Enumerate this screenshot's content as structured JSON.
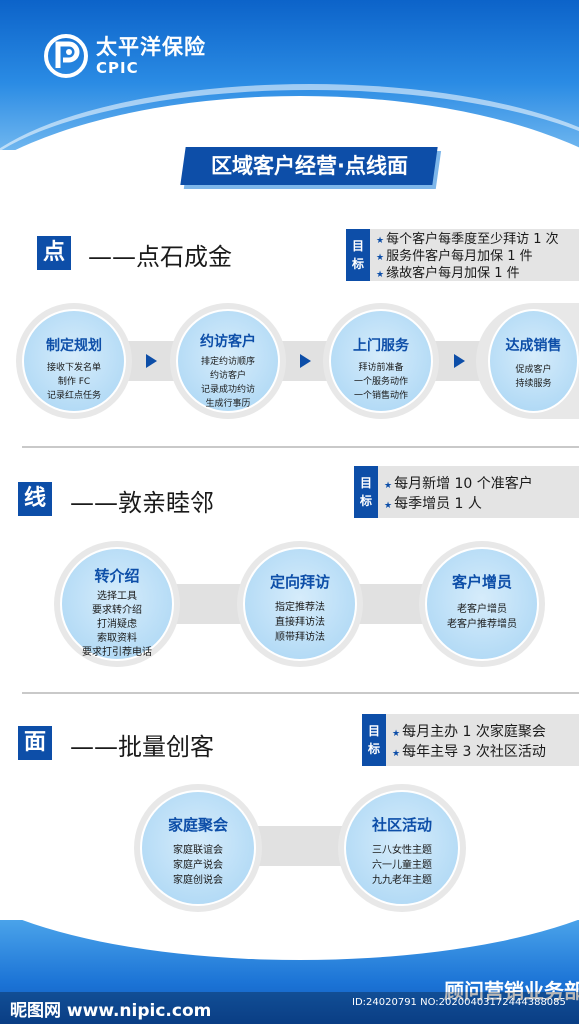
{
  "brand": {
    "name_cn": "太平洋保险",
    "name_en": "CPIC"
  },
  "title": "区域客户经营·点线面",
  "colors": {
    "primary": "#0d4ea8",
    "light_blue": "#bcdff7",
    "gray": "#e1e1e1"
  },
  "sections": [
    {
      "tag": "点",
      "motto": "——点石成金",
      "goal_label": [
        "目",
        "标"
      ],
      "goals": [
        "每个客户每季度至少拜访 1 次",
        "服务件客户每月加保 1 件",
        "缘故客户每月加保 1 件"
      ],
      "steps": [
        {
          "title": "制定规划",
          "items": [
            "接收下发名单",
            "制作 FC",
            "记录红点任务"
          ]
        },
        {
          "title": "约访客户",
          "items": [
            "排定约访顺序",
            "约访客户",
            "记录成功约访",
            "生成行事历"
          ]
        },
        {
          "title": "上门服务",
          "items": [
            "拜访前准备",
            "一个服务动作",
            "一个销售动作"
          ]
        },
        {
          "title": "达成销售",
          "items": [
            "促成客户",
            "持续服务"
          ]
        }
      ]
    },
    {
      "tag": "线",
      "motto": "——敦亲睦邻",
      "goal_label": [
        "目",
        "标"
      ],
      "goals": [
        "每月新增 10 个准客户",
        "每季增员 1 人"
      ],
      "steps": [
        {
          "title": "转介绍",
          "items": [
            "选择工具",
            "要求转介绍",
            "打消疑虑",
            "索取资料",
            "要求打引荐电话"
          ]
        },
        {
          "title": "定向拜访",
          "items": [
            "指定推荐法",
            "直接拜访法",
            "顺带拜访法"
          ]
        },
        {
          "title": "客户增员",
          "items": [
            "老客户增员",
            "老客户推荐增员"
          ]
        }
      ]
    },
    {
      "tag": "面",
      "motto": "——批量创客",
      "goal_label": [
        "目",
        "标"
      ],
      "goals": [
        "每月主办 1 次家庭聚会",
        "每年主导 3 次社区活动"
      ],
      "steps": [
        {
          "title": "家庭聚会",
          "items": [
            "家庭联谊会",
            "家庭产说会",
            "家庭创说会"
          ]
        },
        {
          "title": "社区活动",
          "items": [
            "三八女性主题",
            "六一儿童主题",
            "九九老年主题"
          ]
        }
      ]
    }
  ],
  "footer": {
    "slogan": "顾问营销业务部",
    "watermark_left": "昵图网 www.nipic.com",
    "watermark_right": "ID:24020791 NO:20200403172444388085"
  }
}
